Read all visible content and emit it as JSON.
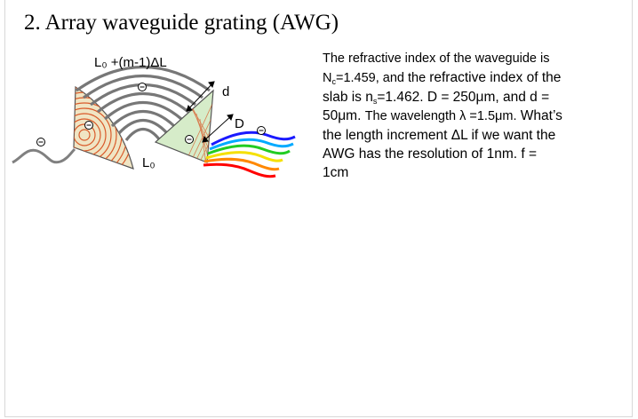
{
  "slide": {
    "title": "2. Array waveguide grating (AWG)"
  },
  "diagram": {
    "labels": {
      "top_path_length": "L₀ +(m-1)ΔL",
      "bottom_path_length": "L₀",
      "d_label": "d",
      "D_label": "D"
    },
    "colors": {
      "waveguide": "#777777",
      "slab_left": "#f0e5c4",
      "slab_right": "#d6ecc9",
      "arcs": "#d95a2a",
      "wave_colors": [
        "#1a1aff",
        "#00aaff",
        "#22cc22",
        "#f5e000",
        "#ff8800",
        "#ff0000"
      ]
    }
  },
  "problem": {
    "s1": "The refractive index of the waveguide is",
    "s2a": "N",
    "s2sub": "c",
    "s2b": "=1.459, and the ",
    "s2c": "refractive index of the",
    "s3a": "slab is n",
    "s3sub": "s",
    "s3b": "=1.462. D = 250μm, and d =",
    "s4a": "50μm. ",
    "s4b": "The wavelength λ =1.5μm.",
    "s4c": " What’s",
    "s5": "the length increment ΔL if we want the",
    "s6": "AWG has the resolution of 1nm. f =",
    "s7": "1cm"
  }
}
